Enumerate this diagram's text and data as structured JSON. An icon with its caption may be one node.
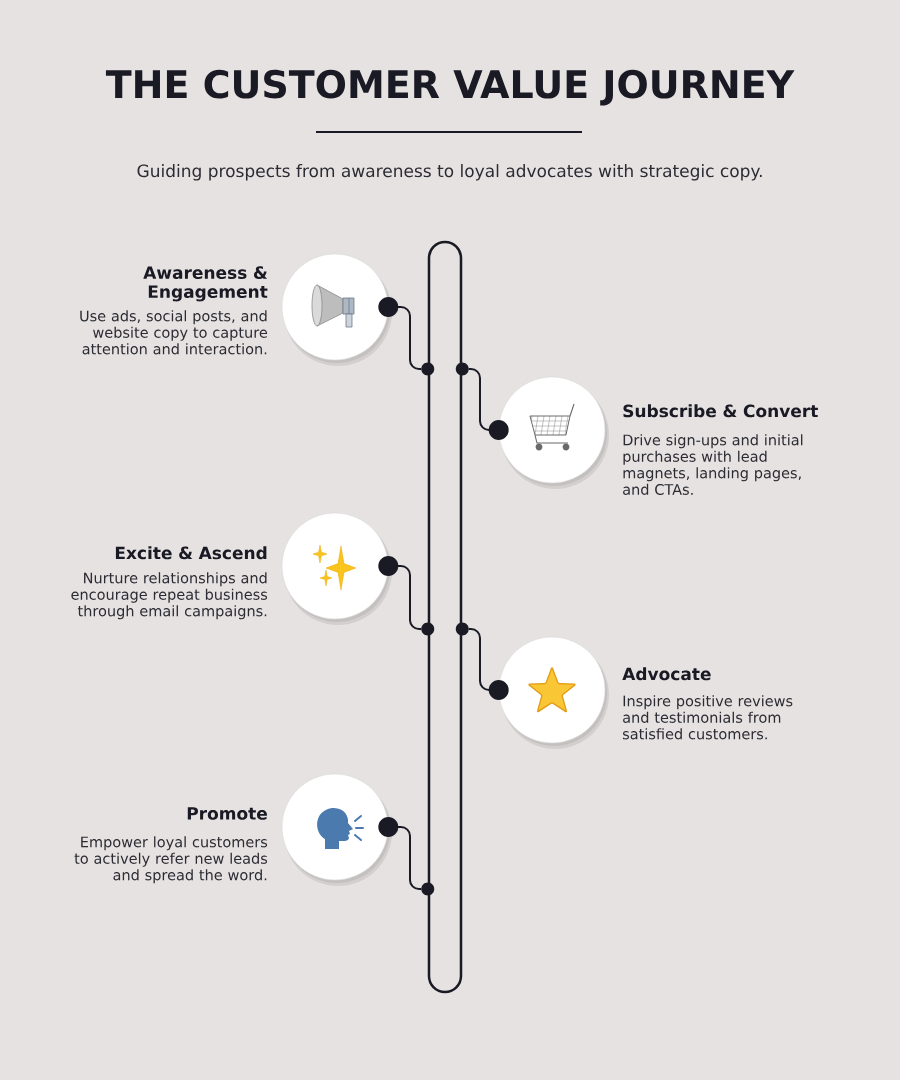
{
  "diagram": {
    "title": "THE CUSTOMER VALUE JOURNEY",
    "nodes": [
      {
        "text": [
          "Awareness & Engagement",
          "Use ads, social posts, and website copy to capture attention and interaction."
        ]
      },
      {
        "text": [
          "Subscribe & Convert",
          "Drive sign-ups and initial purchases with lead magnets, landing pages, and CTAs."
        ]
      },
      {
        "text": [
          "Excite & Ascend",
          "Nurture relationships and encourage repeat business through email campaigns."
        ]
      },
      {
        "text": [
          "Advocate",
          "Inspire positive reviews and testimonials from satisfied customers."
        ]
      },
      {
        "text": [
          "Promote",
          "Empower loyal customers to actively refer new leads and spread the word."
        ]
      },
      {
        "text": [],
        "shape": "bar"
      }
    ],
    "edges": [
      {
        "from": 0,
        "to": 5,
        "arrow": "other"
      },
      {
        "from": 1,
        "to": 5,
        "arrow": "other"
      },
      {
        "from": 2,
        "to": 5,
        "arrow": "other"
      },
      {
        "from": 3,
        "to": 5,
        "arrow": "other"
      },
      {
        "from": 4,
        "to": 5,
        "arrow": "other"
      }
    ],
    "labels": [
      "Guiding prospects from awareness to loyal advocates with strategic copy."
    ]
  }
}
